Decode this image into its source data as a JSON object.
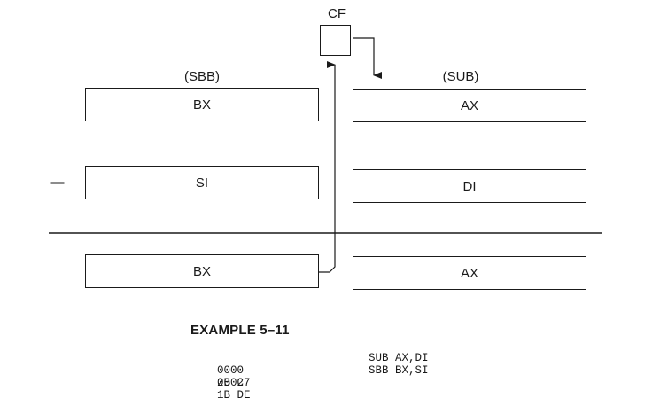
{
  "diagram": {
    "cf_label": "CF",
    "sbb_header": "(SBB)",
    "sub_header": "(SUB)",
    "minus_sign": "—",
    "left_registers": [
      "BX",
      "SI",
      "BX"
    ],
    "right_registers": [
      "AX",
      "DI",
      "AX"
    ]
  },
  "example": {
    "title": "EXAMPLE 5–11",
    "lines": [
      {
        "address": "0000",
        "bytes": "2B C7",
        "instruction": "SUB AX,DI"
      },
      {
        "address": "0002",
        "bytes": "1B DE",
        "instruction": "SBB BX,SI"
      }
    ]
  }
}
